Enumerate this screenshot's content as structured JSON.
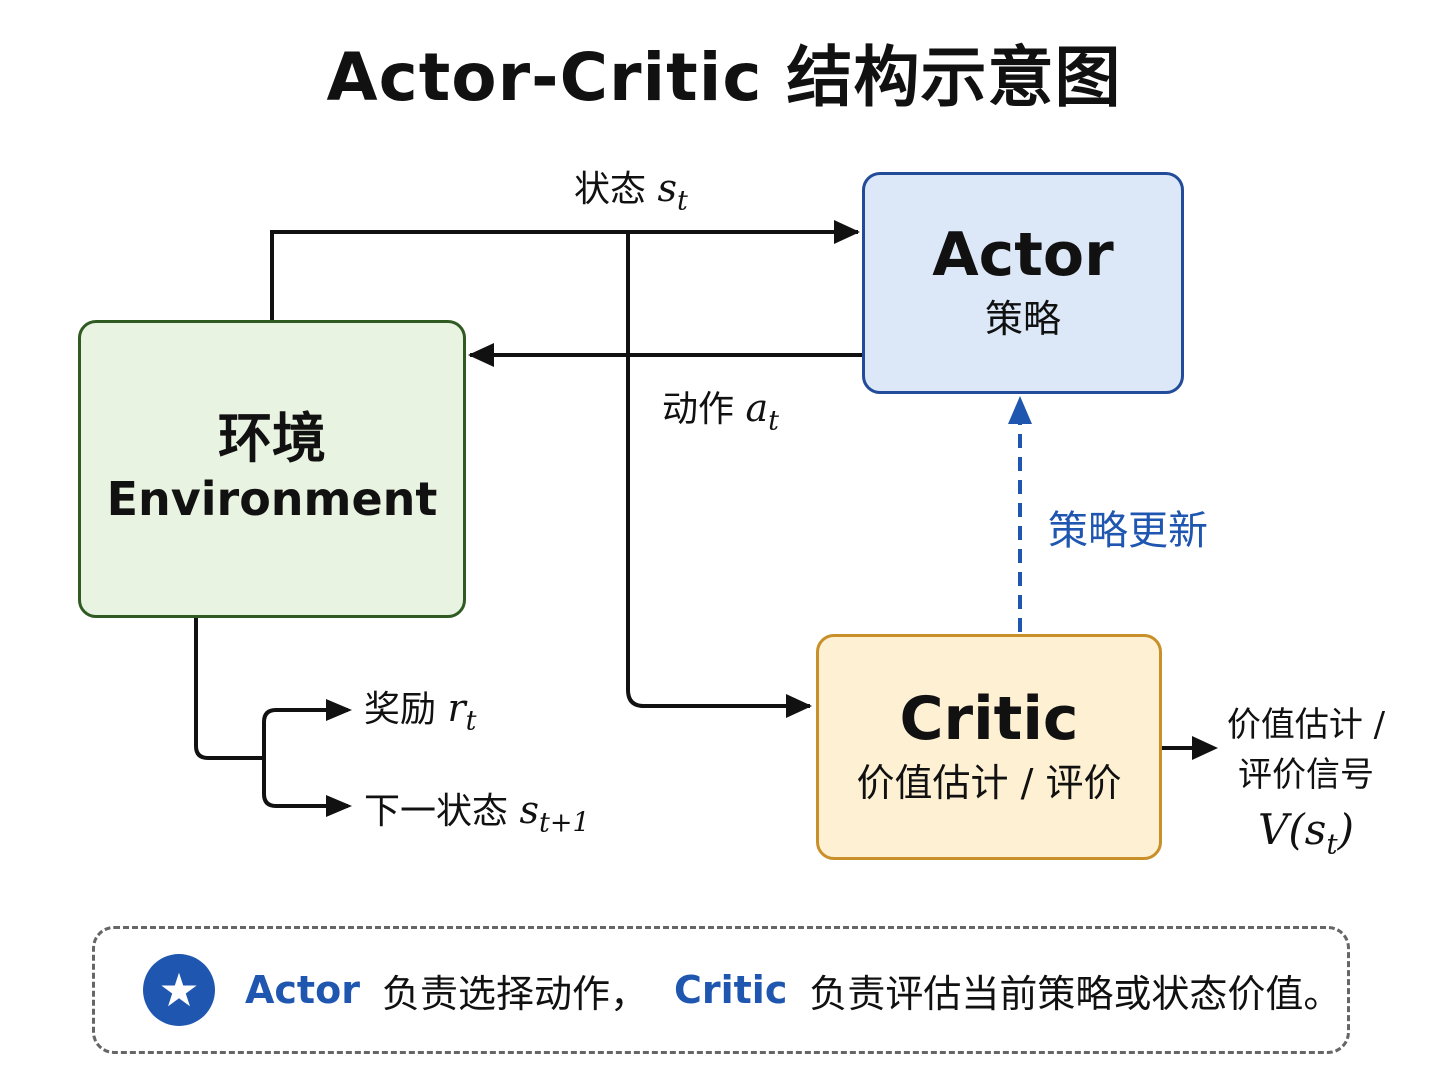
{
  "title": "Actor-Critic 结构示意图",
  "environment": {
    "name_zh": "环境",
    "name_en": "Environment"
  },
  "actor": {
    "name": "Actor",
    "sub": "策略"
  },
  "critic": {
    "name": "Critic",
    "sub": "价值估计 / 评价"
  },
  "edges": {
    "state": {
      "label": "状态",
      "symbol": "s",
      "subscript": "t"
    },
    "action": {
      "label": "动作",
      "symbol": "a",
      "subscript": "t"
    },
    "reward": {
      "label": "奖励",
      "symbol": "r",
      "subscript": "t"
    },
    "next_state": {
      "label": "下一状态",
      "symbol": "s",
      "subscript": "t+1"
    },
    "policy_update": {
      "label": "策略更新",
      "color": "#1f56b0"
    }
  },
  "critic_output": {
    "line1": "价值估计 /",
    "line2": "评价信号",
    "formula": "V(s",
    "formula_sub": "t",
    "formula_close": ")"
  },
  "note": {
    "icon": "star-icon",
    "actor_kw": "Actor",
    "actor_text": "负责选择动作，",
    "critic_kw": "Critic",
    "critic_text": "负责评估当前策略或状态价值。"
  },
  "colors": {
    "env_border": "#2f5a21",
    "env_fill": "#e9f3e1",
    "actor_border": "#224b9a",
    "actor_fill": "#dce8f7",
    "critic_border": "#c9902a",
    "critic_fill": "#fdf0d3",
    "accent": "#1f56b0"
  }
}
